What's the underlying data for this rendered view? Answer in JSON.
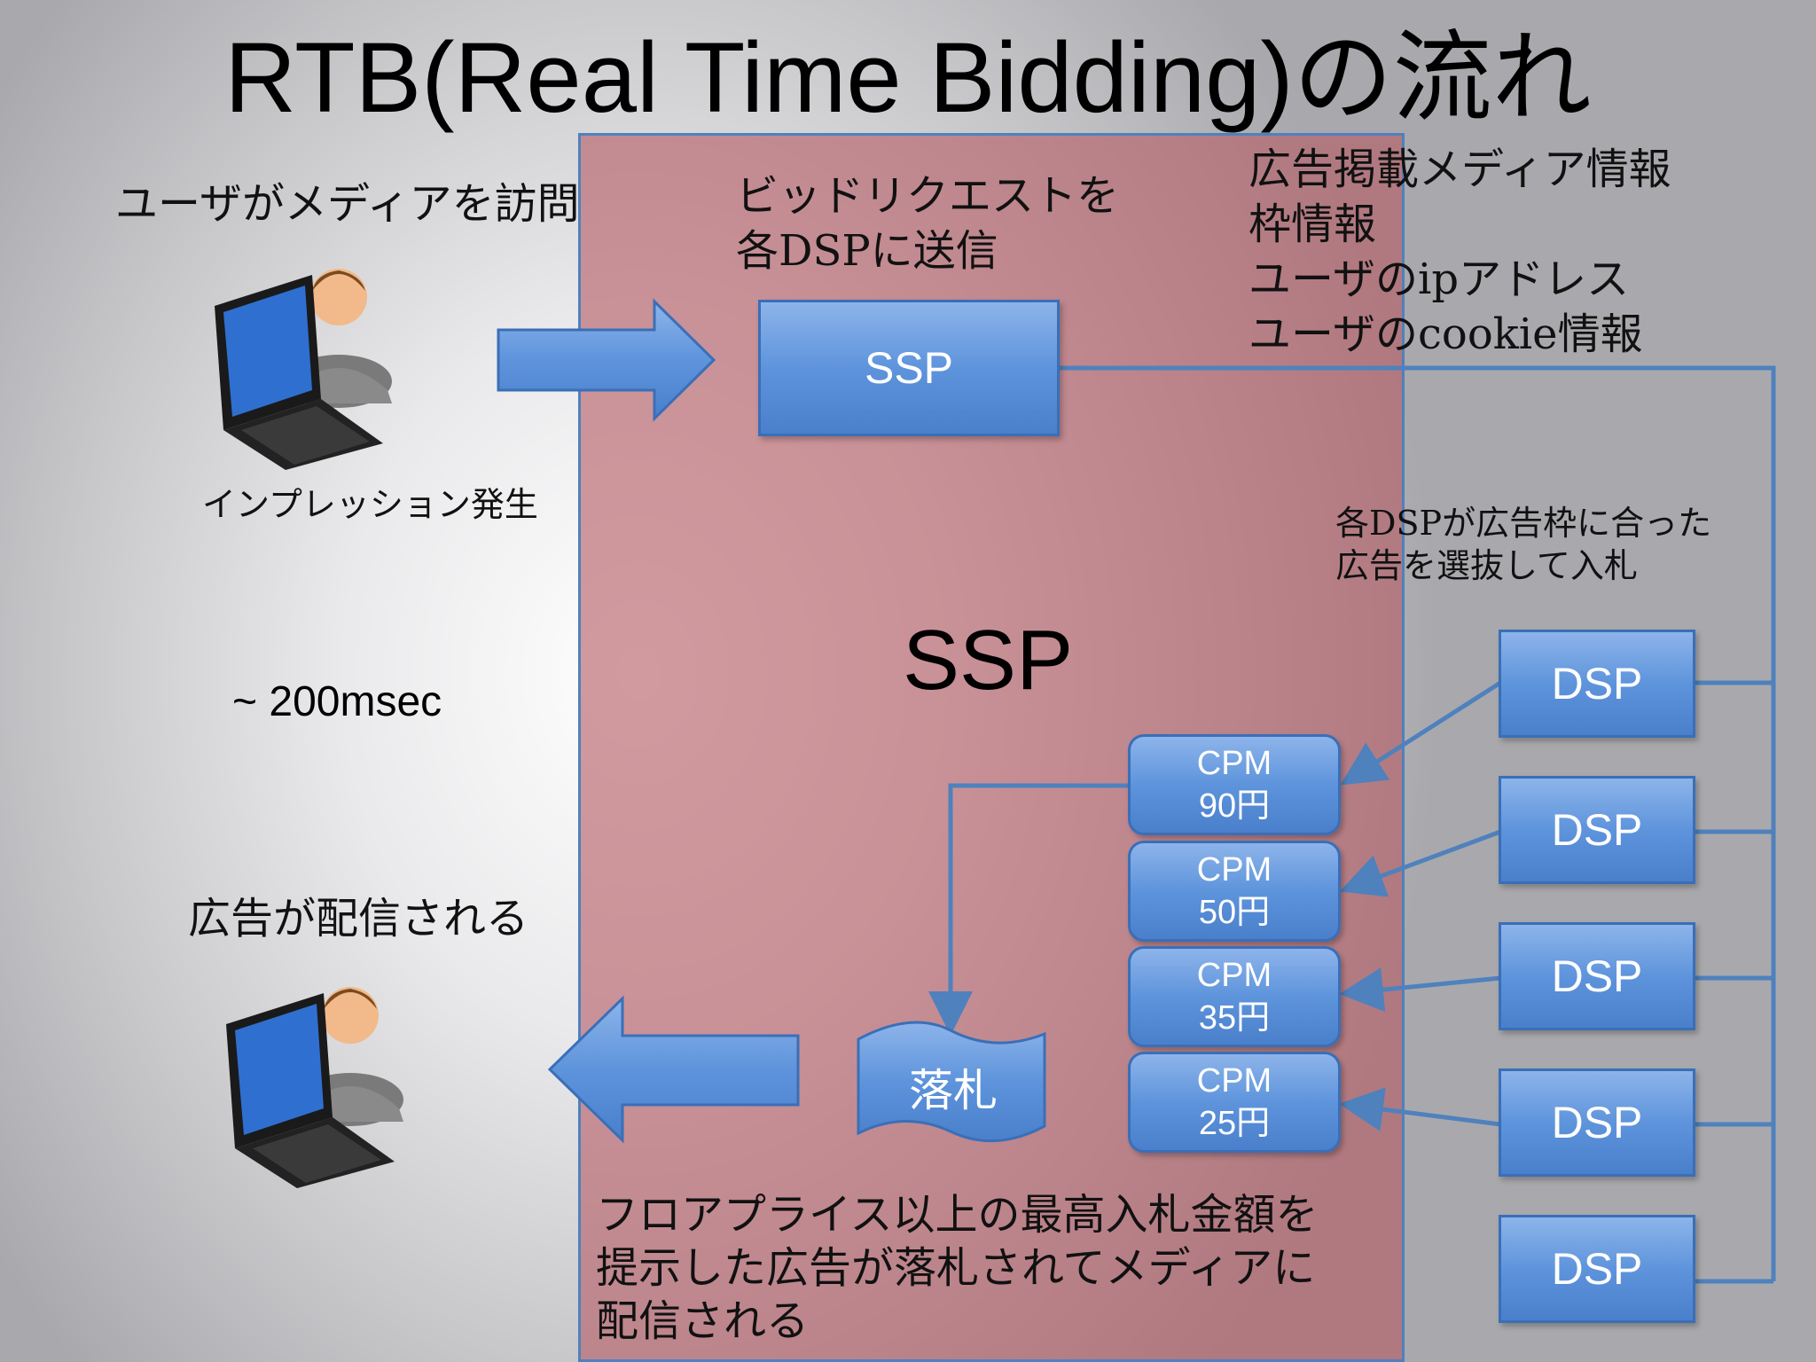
{
  "title": "RTB(Real Time Bidding)の流れ",
  "labels": {
    "user_visit": "ユーザがメディアを訪問",
    "impression": "インプレッション発生",
    "latency": "~ 200msec",
    "ad_delivered": "広告が配信される",
    "bid_request_line1": "ビッドリクエストを",
    "bid_request_line2": "各DSPに送信",
    "info_line1": "広告掲載メディア情報",
    "info_line2": "枠情報",
    "info_line3": "ユーザのipアドレス",
    "info_line4": "ユーザのcookie情報",
    "dsp_note_line1": "各DSPが広告枠に合った",
    "dsp_note_line2": "広告を選抜して入札",
    "ssp_region_label": "SSP",
    "bottom_line1": "フロアプライス以上の最高入札金額を",
    "bottom_line2": "提示した広告が落札されてメディアに",
    "bottom_line3": "配信される"
  },
  "ssp_box": "SSP",
  "winning_bid": "落札",
  "bids": [
    {
      "label": "CPM",
      "price": "90円"
    },
    {
      "label": "CPM",
      "price": "50円"
    },
    {
      "label": "CPM",
      "price": "35円"
    },
    {
      "label": "CPM",
      "price": "25円"
    }
  ],
  "dsps": [
    "DSP",
    "DSP",
    "DSP",
    "DSP",
    "DSP"
  ],
  "colors": {
    "box_blue": "#5e94dc",
    "line_blue": "#4f81bd",
    "ssp_region": "#b45c64"
  }
}
